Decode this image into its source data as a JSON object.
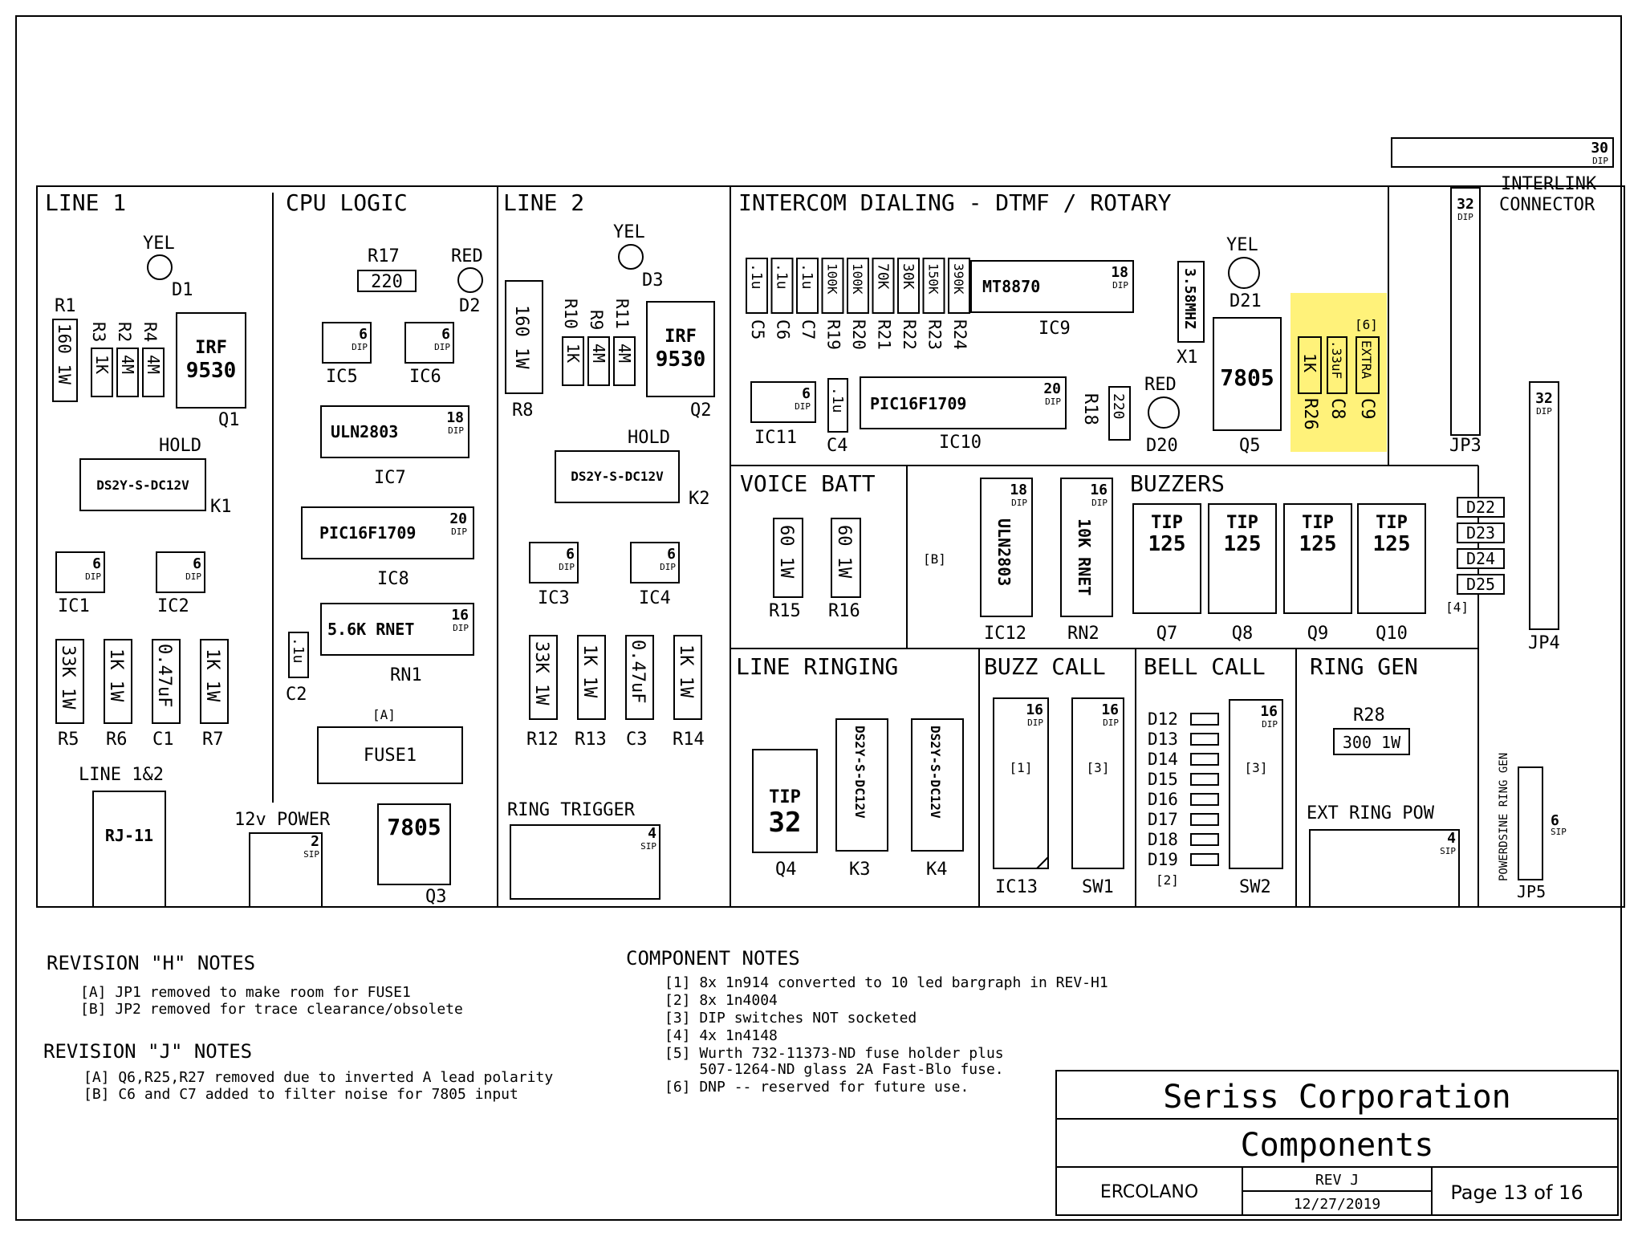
{
  "sections": {
    "line1": "LINE 1",
    "cpu": "CPU LOGIC",
    "line2": "LINE 2",
    "intercom": "INTERCOM DIALING - DTMF / ROTARY",
    "voice_batt": "VOICE BATT",
    "buzzers": "BUZZERS",
    "line_ringing": "LINE RINGING",
    "buzz_call": "BUZZ CALL",
    "bell_call": "BELL CALL",
    "ring_gen": "RING GEN",
    "interlink": [
      "INTERLINK",
      "CONNECTOR"
    ],
    "line12": "LINE 1&2",
    "power12": "12v POWER",
    "ring_trigger": "RING TRIGGER",
    "ext_ring_pow": "EXT RING POW",
    "powerdsine": "POWERDSINE RING GEN",
    "hold1": "HOLD",
    "hold2": "HOLD"
  },
  "line1": {
    "yel": "YEL",
    "d1": "D1",
    "r1": "R1",
    "r1_val": "160 1W",
    "r3": "R3",
    "r2": "R2",
    "r4": "R4",
    "r3_val": "1K",
    "r2_val": "4M",
    "r4_val": "4M",
    "q1_top": "IRF",
    "q1_bot": "9530",
    "q1": "Q1",
    "k1_val": "DS2Y-S-DC12V",
    "k1": "K1",
    "ic1": "IC1",
    "ic2": "IC2",
    "r5_val": "33K 1W",
    "r6_val": "1K 1W",
    "c1_val": "0.47uF",
    "r7_val": "1K 1W",
    "r5": "R5",
    "r6": "R6",
    "c1": "C1",
    "r7": "R7",
    "rj11": "RJ-11"
  },
  "cpu": {
    "r17": "R17",
    "r17_val": "220",
    "red": "RED",
    "d2": "D2",
    "ic5": "IC5",
    "ic6": "IC6",
    "ic7_val": "ULN2803",
    "ic7": "IC7",
    "ic8_val": "PIC16F1709",
    "ic8": "IC8",
    "rn1_val": "5.6K RNET",
    "rn1": "RN1",
    "c2_val": ".1u",
    "c2": "C2",
    "fuse_note": "[A]",
    "fuse_val": "FUSE1",
    "q3_val": "7805",
    "q3": "Q3"
  },
  "line2": {
    "yel": "YEL",
    "d3": "D3",
    "r8_val": "160 1W",
    "r8": "R8",
    "r10": "R10",
    "r9": "R9",
    "r11": "R11",
    "r10_val": "1K",
    "r9_val": "4M",
    "r11_val": "4M",
    "q2_top": "IRF",
    "q2_bot": "9530",
    "q2": "Q2",
    "k2_val": "DS2Y-S-DC12V",
    "k2": "K2",
    "ic3": "IC3",
    "ic4": "IC4",
    "r12_val": "33K 1W",
    "r13_val": "1K 1W",
    "c3_val": "0.47uF",
    "r14_val": "1K 1W",
    "r12": "R12",
    "r13": "R13",
    "c3": "C3",
    "r14": "R14"
  },
  "intercom": {
    "parts": [
      {
        "val": ".1u",
        "ref": "C5"
      },
      {
        "val": ".1u",
        "ref": "C6"
      },
      {
        "val": ".1u",
        "ref": "C7"
      },
      {
        "val": "100K",
        "ref": "R19"
      },
      {
        "val": "100K",
        "ref": "R20"
      },
      {
        "val": "70K",
        "ref": "R21"
      },
      {
        "val": "30K",
        "ref": "R22"
      },
      {
        "val": "150K",
        "ref": "R23"
      },
      {
        "val": "390K",
        "ref": "R24"
      }
    ],
    "ic9_val": "MT8870",
    "ic9": "IC9",
    "ic9_pins": "18",
    "x1_val": "3.58MHZ",
    "x1": "X1",
    "yel": "YEL",
    "d21": "D21",
    "q5_val": "7805",
    "q5": "Q5",
    "dnp_note": "[6]",
    "r26_val": "1K",
    "c8_val": ".33uF",
    "c9_val": "EXTRA",
    "r26": "R26",
    "c8": "C8",
    "c9": "C9",
    "ic11": "IC11",
    "c4_val": ".1u",
    "c4": "C4",
    "ic10_val": "PIC16F1709",
    "ic10": "IC10",
    "r18": "R18",
    "r18_val": "220",
    "red": "RED",
    "d20": "D20"
  },
  "voice": {
    "r15_val": "60 1W",
    "r16_val": "60 1W",
    "r15": "R15",
    "r16": "R16"
  },
  "buzzers": {
    "note": "[B]",
    "ic12_val": "ULN2803",
    "ic12": "IC12",
    "rn2_val": "10K RNET",
    "rn2": "RN2",
    "tips": [
      {
        "top": "TIP",
        "bot": "125",
        "ref": "Q7"
      },
      {
        "top": "TIP",
        "bot": "125",
        "ref": "Q8"
      },
      {
        "top": "TIP",
        "bot": "125",
        "ref": "Q9"
      },
      {
        "top": "TIP",
        "bot": "125",
        "ref": "Q10"
      }
    ]
  },
  "leds": {
    "items": [
      "D22",
      "D23",
      "D24",
      "D25"
    ],
    "note": "[4]"
  },
  "ringing": {
    "q4_top": "TIP",
    "q4_bot": "32",
    "q4": "Q4",
    "k3_val": "DS2Y-S-DC12V",
    "k3": "K3",
    "k4_val": "DS2Y-S-DC12V",
    "k4": "K4"
  },
  "buzz_call": {
    "ic13_note": "[1]",
    "sw1_note": "[3]",
    "ic13": "IC13",
    "sw1": "SW1"
  },
  "bell_call": {
    "diodes": [
      "D12",
      "D13",
      "D14",
      "D15",
      "D16",
      "D17",
      "D18",
      "D19"
    ],
    "note": "[2]",
    "sw2_note": "[3]",
    "sw2": "SW2"
  },
  "ring_gen": {
    "r28": "R28",
    "r28_val": "300 1W"
  },
  "connectors": {
    "interlink_pins": "30",
    "jp3_pins": "32",
    "jp3": "JP3",
    "jp4_pins": "32",
    "jp4": "JP4",
    "jp5_pins": "6",
    "jp5": "JP5",
    "power_pins": "2",
    "ring_trig_pins": "4",
    "ext_ring_pins": "4"
  },
  "pkg": {
    "dip": "DIP",
    "sip": "SIP"
  },
  "pins": {
    "six": "6",
    "eighteen": "18",
    "twenty": "20",
    "sixteen": "16"
  },
  "notes": {
    "rev_h_title": "REVISION \"H\" NOTES",
    "rev_h": [
      "[A] JP1 removed to make room for FUSE1",
      "[B] JP2 removed for trace clearance/obsolete"
    ],
    "rev_j_title": "REVISION \"J\" NOTES",
    "rev_j": [
      "[A] Q6,R25,R27 removed due to inverted A lead polarity",
      "[B] C6 and C7 added to filter noise for 7805 input"
    ],
    "comp_title": "COMPONENT NOTES",
    "comp": [
      "[1] 8x 1n914 converted to 10 led bargraph in REV-H1",
      "[2] 8x 1n4004",
      "[3] DIP switches NOT socketed",
      "[4] 4x 1n4148",
      "[5] Wurth 732-11373-ND fuse holder plus",
      "    507-1264-ND glass 2A Fast-Blo fuse.",
      "[6] DNP -- reserved for future use."
    ]
  },
  "title_block": {
    "company": "Seriss Corporation",
    "title": "Components",
    "author": "ERCOLANO",
    "rev": "REV J",
    "date": "12/27/2019",
    "page": "Page 13 of 16"
  }
}
